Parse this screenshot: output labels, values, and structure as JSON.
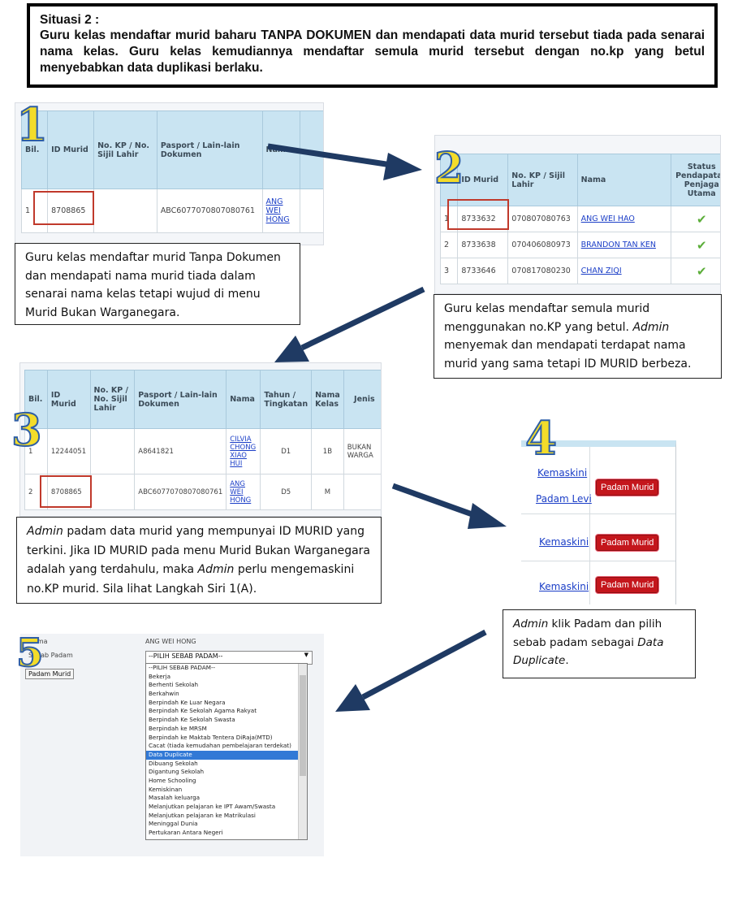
{
  "header": {
    "title": "Situasi 2 :",
    "text": "Guru kelas mendaftar murid baharu TANPA DOKUMEN dan mendapati data murid tersebut tiada pada senarai nama kelas. Guru kelas kemudiannya mendaftar semula murid tersebut dengan no.kp yang betul menyebabkan data duplikasi berlaku."
  },
  "steps": {
    "s1": "1",
    "s2": "2",
    "s3": "3",
    "s4": "4",
    "s5": "5"
  },
  "panel1": {
    "headers": [
      "Bil.",
      "ID Murid",
      "No. KP / No. Sijil Lahir",
      "Pasport / Lain-lain Dokumen",
      "Nama"
    ],
    "row": {
      "bil": "1",
      "id": "8708865",
      "pasport": "ABC6077070807080761",
      "nama": "ANG WEI HONG"
    },
    "caption": "Guru kelas mendaftar murid Tanpa Dokumen dan mendapati nama murid tiada dalam senarai nama kelas tetapi wujud di menu Murid Bukan Warganegara."
  },
  "panel2": {
    "headers": [
      "ID Murid",
      "No. KP / Sijil Lahir",
      "Nama",
      "Status Pendapatan Penjaga Utama"
    ],
    "rows": [
      {
        "bil": "1",
        "id": "8733632",
        "kp": "070807080763",
        "nama": "ANG WEI HAO"
      },
      {
        "bil": "2",
        "id": "8733638",
        "kp": "070406080973",
        "nama": "BRANDON TAN KEN"
      },
      {
        "bil": "3",
        "id": "8733646",
        "kp": "070817080230",
        "nama": "CHAN ZIQI"
      }
    ],
    "caption_1": "Guru kelas mendaftar semula murid menggunakan no.KP yang betul. ",
    "caption_admin": "Admin",
    "caption_2": " menyemak dan mendapati terdapat nama murid yang sama tetapi ID MURID berbeza."
  },
  "panel3": {
    "headers": [
      "Bil.",
      "ID Murid",
      "No. KP / No. Sijil Lahir",
      "Pasport / Lain-lain Dokumen",
      "Nama",
      "Tahun / Tingkatan",
      "Nama Kelas",
      "Jenis"
    ],
    "rows": [
      {
        "bil": "1",
        "id": "12244051",
        "kp": "",
        "pasport": "A8641821",
        "nama": "CILVIA CHONG XIAO HUI",
        "tahun": "D1",
        "kelas": "1B",
        "jenis": "BUKAN WARGA"
      },
      {
        "bil": "2",
        "id": "8708865",
        "kp": "",
        "pasport": "ABC6077070807080761",
        "nama": "ANG WEI HONG",
        "tahun": "D5",
        "kelas": "M",
        "jenis": ""
      }
    ],
    "caption_admin": "Admin",
    "caption_1": " padam data murid yang mempunyai ID MURID yang terkini. Jika ID MURID pada menu Murid Bukan Warganegara adalah yang terdahulu, maka ",
    "caption_admin2": "Admin",
    "caption_2": " perlu mengemaskini no.KP murid. Sila lihat Langkah Siri 1(A)."
  },
  "panel4": {
    "kemaskini": "Kemaskini",
    "padam_levi": "Padam Levi",
    "padam_murid": "Padam Murid",
    "caption_admin": "Admin",
    "caption_1": " klik Padam dan pilih sebab padam sebagai ",
    "caption_em": "Data Duplicate",
    "caption_2": "."
  },
  "panel5": {
    "nama_label": "Nama",
    "nama_value": "ANG WEI HONG",
    "sebab_label": "Sebab Padam",
    "selected": "--PILIH SEBAB PADAM--",
    "button": "Padam Murid",
    "options": [
      "--PILIH SEBAB PADAM--",
      "Bekerja",
      "Berhenti Sekolah",
      "Berkahwin",
      "Berpindah Ke Luar Negara",
      "Berpindah Ke Sekolah Agama Rakyat",
      "Berpindah Ke Sekolah Swasta",
      "Berpindah ke MRSM",
      "Berpindah ke Maktab Tentera DiRaja(MTD)",
      "Cacat (tiada kemudahan pembelajaran terdekat)",
      "Data Duplicate",
      "Dibuang Sekolah",
      "Digantung Sekolah",
      "Home Schooling",
      "Kemiskinan",
      "Masalah keluarga",
      "Melanjutkan pelajaran ke IPT Awam/Swasta",
      "Melanjutkan pelajaran ke Matrikulasi",
      "Meninggal Dunia",
      "Pertukaran Antara Negeri"
    ],
    "highlighted": "Data Duplicate"
  },
  "colors": {
    "arrow": "#1f3a63",
    "redbox": "#c0392b",
    "header_bg": "#c9e4f2",
    "step_fill": "#f3dc2a",
    "step_stroke": "#2e5ea6"
  }
}
